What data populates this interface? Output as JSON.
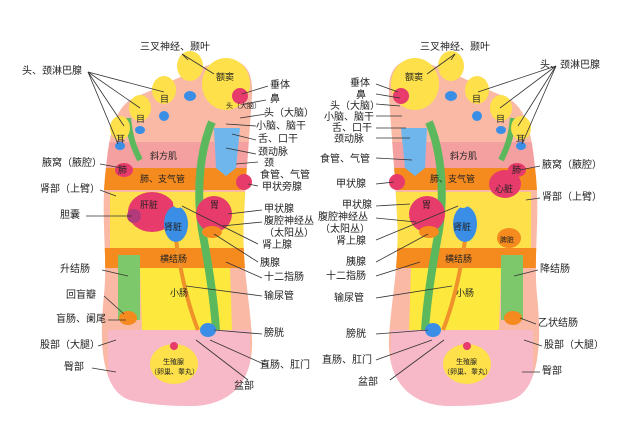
{
  "left_foot": {
    "zones": {
      "sinus": "额窦",
      "head_brain": "头（大脑）",
      "eye": "目",
      "ear": "耳",
      "lung": "肺",
      "trapezius": "斜方肌",
      "lung_bronchus": "肺、支气管",
      "liver": "肝脏",
      "stomach": "胃",
      "kidney": "肾脏",
      "transverse_colon": "横结肠",
      "small_intestine": "小肠",
      "reproductive_line1": "生殖腺",
      "reproductive_line2": "（卵巢、睾丸）"
    },
    "labels_left": {
      "head_neck_lymph": "头、颈淋巴腺",
      "armpit": "腋窝（腋腔）",
      "shoulder": "肾部（上臂）",
      "gallbladder": "胆囊",
      "ascending_colon": "升结肠",
      "ileocecal": "回盲瓣",
      "appendix": "盲肠、阑尾",
      "thigh": "股部（大腿）",
      "hip": "臀部"
    },
    "labels_right": {
      "trigeminal": "三叉神经、颞叶",
      "pituitary": "垂体",
      "nose": "鼻",
      "head_brain": "头（大脑）",
      "cerebellum": "小脑、脑干",
      "tongue": "舌、口干",
      "carotid": "颈动脉",
      "neck": "颈",
      "esophagus": "食管、气管",
      "parathyroid": "甲状旁腺",
      "thyroid": "甲状腺",
      "solar_plexus_line1": "腹腔神经丛",
      "solar_plexus_line2": "（太阳丛）",
      "adrenal": "肾上腺",
      "pancreas": "胰腺",
      "duodenum": "十二指肠",
      "ureter": "输尿管",
      "bladder": "膀胱",
      "rectum": "直肠、肛门",
      "pelvis": "盆部"
    }
  },
  "right_foot": {
    "zones": {
      "sinus": "额窦",
      "eye": "目",
      "ear": "耳",
      "lung": "肺",
      "trapezius": "斜方肌",
      "lung_bronchus": "肺、支气管",
      "heart": "心脏",
      "stomach": "胃",
      "kidney": "肾脏",
      "spleen": "脾脏",
      "transverse_colon": "横结肠",
      "small_intestine": "小肠",
      "reproductive_line1": "生殖腺",
      "reproductive_line2": "（卵巢、睾丸）"
    },
    "labels_left": {
      "pituitary": "垂体",
      "nose": "鼻",
      "head_brain": "头（大脑）",
      "cerebellum": "小脑、脑干",
      "tongue": "舌、口干",
      "carotid": "颈动脉",
      "esophagus": "食管、气管",
      "thyroid": "甲状腺",
      "parathyroid": "甲状腺",
      "solar_plexus_line1": "腹腔神经丛",
      "solar_plexus_line2": "（太阳丛）",
      "adrenal": "肾上腺",
      "pancreas": "胰腺",
      "duodenum": "十二指肠",
      "ureter": "输尿管",
      "bladder": "膀胱",
      "rectum": "直肠、肛门",
      "pelvis": "盆部"
    },
    "labels_right": {
      "trigeminal": "三叉神经、颞叶",
      "head_neck_lymph": "头、颈淋巴腺",
      "armpit": "腋窝（腋腔）",
      "shoulder": "肾部（上臂）",
      "descending_colon": "降结肠",
      "sigmoid_colon": "乙状结肠",
      "thigh": "股部（大腿）",
      "hip": "臀部"
    }
  }
}
